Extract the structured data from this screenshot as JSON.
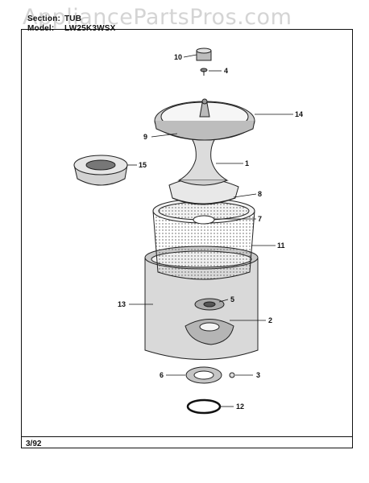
{
  "watermark": "AppliancePartsPros.com",
  "header": {
    "section_label": "Section:",
    "section_value": "TUB",
    "model_label": "Model:",
    "model_value": "LW25K3WSX"
  },
  "footer": {
    "date": "3/92"
  },
  "callouts": [
    "10",
    "4",
    "14",
    "9",
    "15",
    "1",
    "8",
    "7",
    "11",
    "13",
    "5",
    "2",
    "6",
    "3",
    "12"
  ]
}
